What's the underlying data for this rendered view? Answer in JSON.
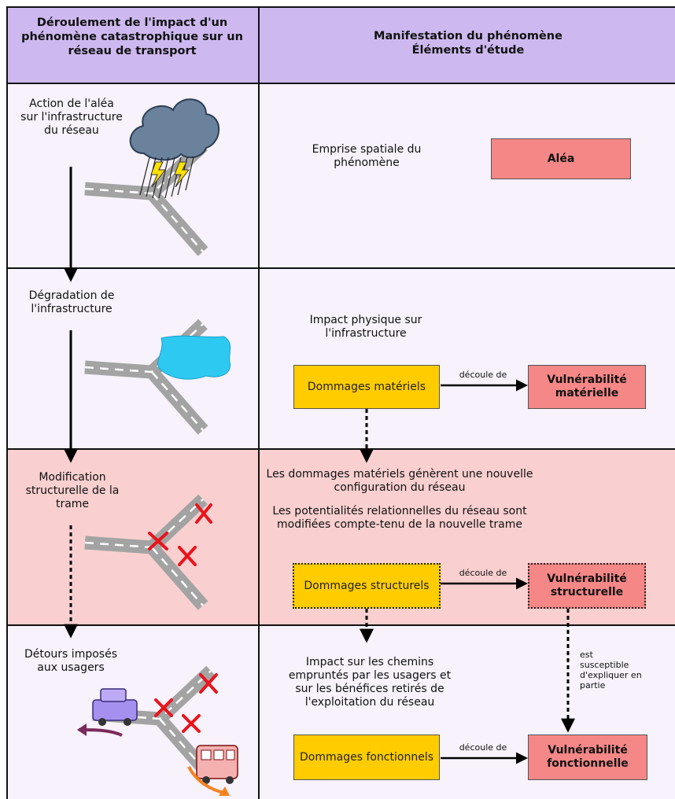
{
  "header": {
    "left_title": "Déroulement de l'impact d'un phénomène catastrophique sur un réseau de transport",
    "right_title_line1": "Manifestation du phénomène",
    "right_title_line2": "Éléments d'étude"
  },
  "rows": {
    "row1": {
      "left_label": "Action de l'aléa sur l'infrastructure du réseau",
      "description": "Emprise spatiale du phénomène",
      "box": "Aléa"
    },
    "row2": {
      "left_label": "Dégradation de l'infrastructure",
      "description": "Impact physique sur l'infrastructure",
      "damage_box": "Dommages matériels",
      "arrow_label": "découle de",
      "vulnerability_box": "Vulnérabilité matérielle"
    },
    "row3": {
      "left_label": "Modification structurelle de la trame",
      "description1": "Les dommages matériels génèrent une nouvelle configuration du réseau",
      "description2": "Les potentialités relationnelles du réseau sont modifiées compte-tenu de la nouvelle trame",
      "damage_box": "Dommages structurels",
      "arrow_label": "découle de",
      "vulnerability_box": "Vulnérabilité structurelle"
    },
    "row4": {
      "left_label": "Détours imposés aux usagers",
      "description": "Impact sur les chemins empruntés par les usagers et sur les bénéfices retirés de l'exploitation du réseau",
      "damage_box": "Dommages fonctionnels",
      "arrow_label": "découle de",
      "vulnerability_box": "Vulnérabilité fonctionnelle",
      "side_note": "est susceptible d'expliquer en partie"
    }
  },
  "colors": {
    "header_bg": "#cdb8ef",
    "row_bg": "#f7f2fb",
    "highlight_row_bg": "#f9cfcf",
    "damage_box": "#ffcc00",
    "vulnerability_box": "#f58787",
    "water": "#2ec9f0",
    "cross": "#e8141c",
    "road": "#a3a3a3"
  },
  "icons": [
    "storm-cloud-icon",
    "lightning-icon",
    "flood-icon",
    "cross-icon",
    "car-icon",
    "bus-icon",
    "detour-arrow-icon"
  ]
}
